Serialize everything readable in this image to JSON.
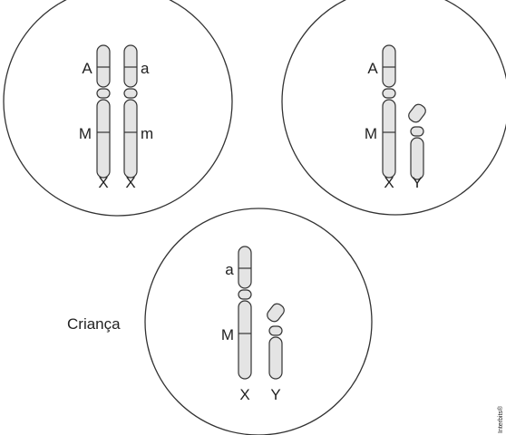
{
  "cells": [
    {
      "chromosomes": [
        {
          "allele_top": "A",
          "allele_bottom": "M",
          "sex_label": "X"
        },
        {
          "allele_top": "a",
          "allele_bottom": "m",
          "sex_label": "X"
        }
      ]
    },
    {
      "chromosomes": [
        {
          "allele_top": "A",
          "allele_bottom": "M",
          "sex_label": "X"
        },
        {
          "sex_label": "Y"
        }
      ]
    },
    {
      "label": "Criança",
      "chromosomes": [
        {
          "allele_top": "a",
          "allele_bottom": "M",
          "sex_label": "X"
        },
        {
          "sex_label": "Y"
        }
      ]
    }
  ],
  "watermark": "Interbits®",
  "colors": {
    "chromosome_fill": "#e4e4e4",
    "stroke": "#333333"
  }
}
